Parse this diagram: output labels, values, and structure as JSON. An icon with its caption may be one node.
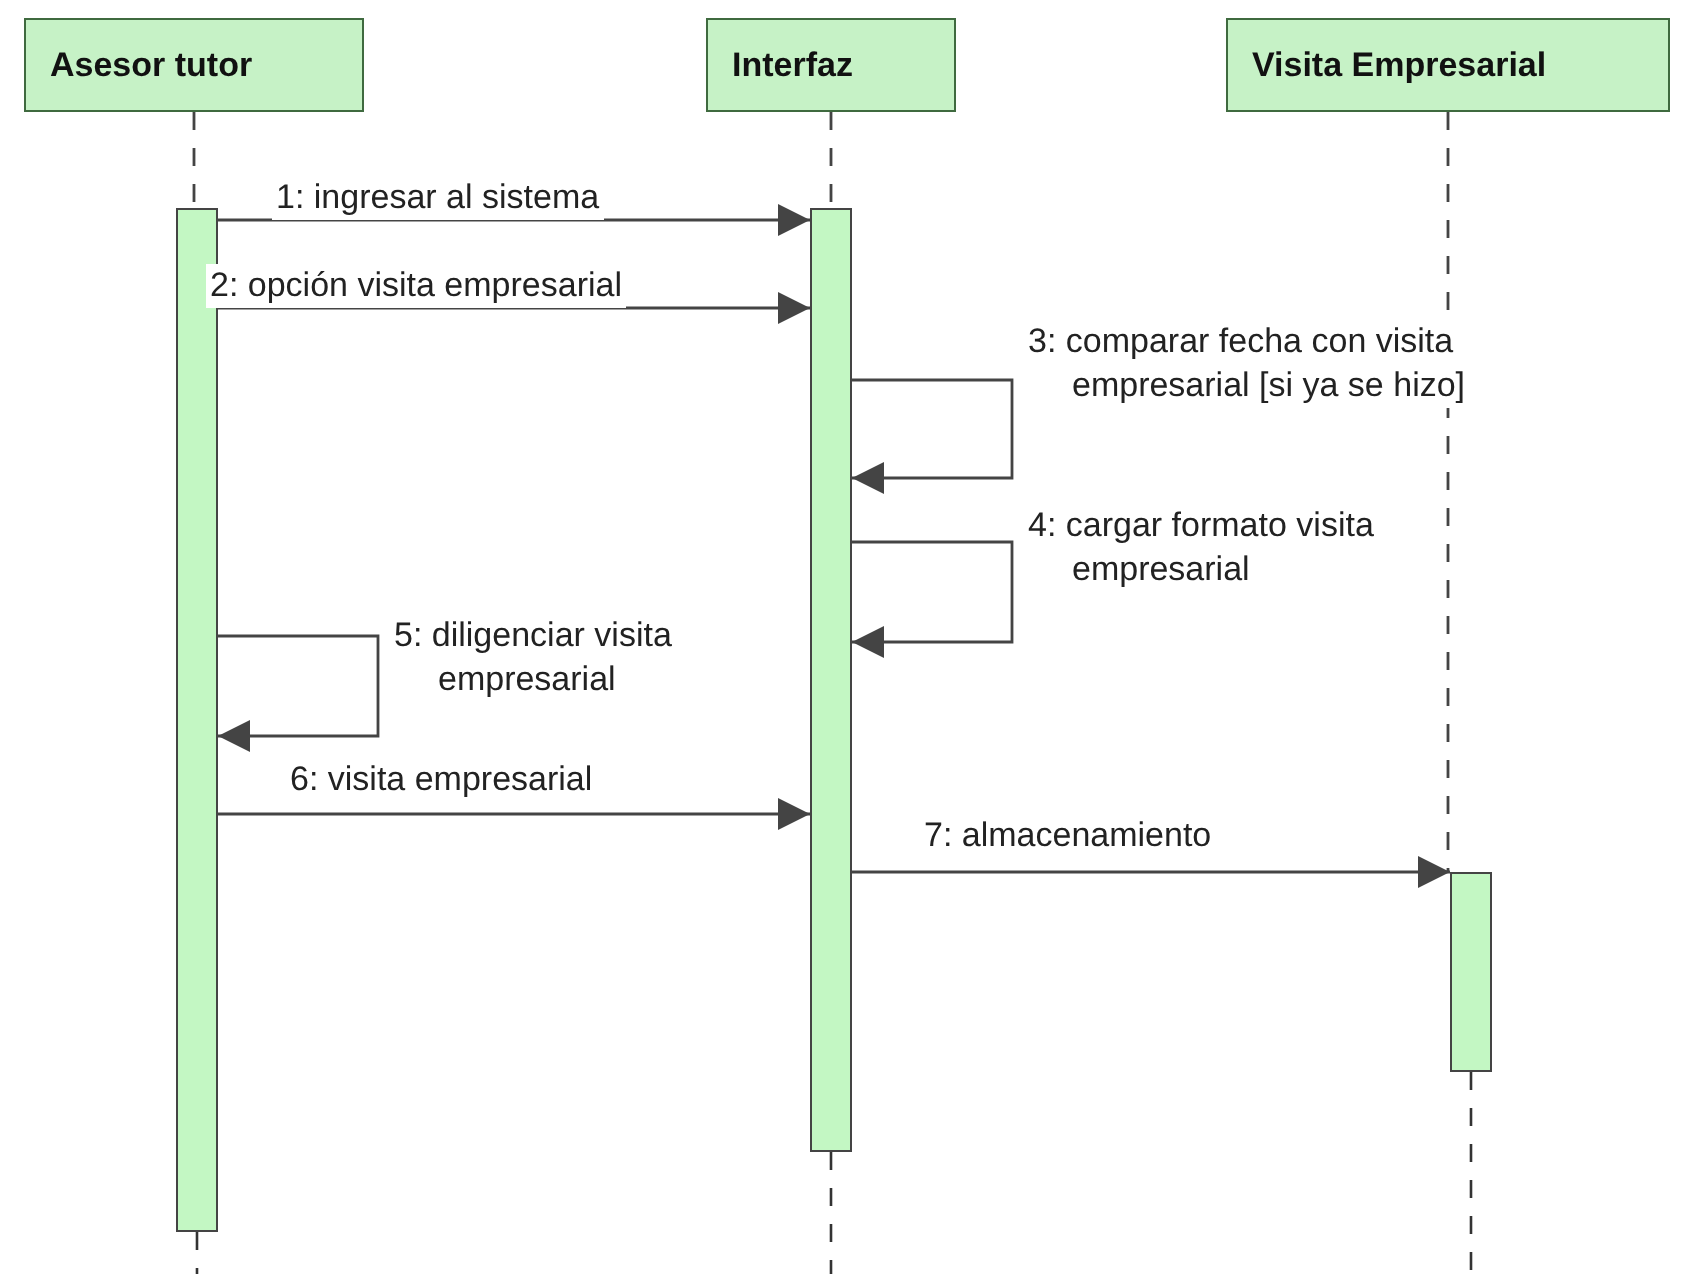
{
  "diagram": {
    "nodes": [
      {
        "text": [
          "Asesor tutor"
        ]
      },
      {
        "text": [
          "Interfaz"
        ]
      },
      {
        "text": [
          "Visita Empresarial"
        ]
      },
      {
        "text": [],
        "shape": "bar"
      },
      {
        "text": [],
        "shape": "bar"
      },
      {
        "text": [],
        "shape": "bar"
      }
    ],
    "edges": [
      {
        "from": 0,
        "to": 3,
        "arrow": "none",
        "style": "dashed"
      },
      {
        "from": 1,
        "to": 4,
        "arrow": "none",
        "style": "dashed"
      },
      {
        "from": 2,
        "to": 5,
        "arrow": "none",
        "style": "dashed"
      },
      {
        "from": 3,
        "to": 4,
        "arrow": "to",
        "label": "1: ingresar al sistema"
      },
      {
        "from": 3,
        "to": 4,
        "arrow": "to",
        "label": "2: opción visita empresarial"
      },
      {
        "from": 4,
        "to": 4,
        "arrow": "to",
        "label": "3: comparar fecha con visita empresarial [si ya se hizo]"
      },
      {
        "from": 4,
        "to": 4,
        "arrow": "to",
        "label": "4: cargar formato visita empresarial"
      },
      {
        "from": 3,
        "to": 3,
        "arrow": "to",
        "label": "5: diligenciar visita empresarial"
      },
      {
        "from": 3,
        "to": 4,
        "arrow": "to",
        "label": "6: visita empresarial"
      },
      {
        "from": 4,
        "to": 5,
        "arrow": "to",
        "label": "7: almacenamiento"
      }
    ]
  }
}
